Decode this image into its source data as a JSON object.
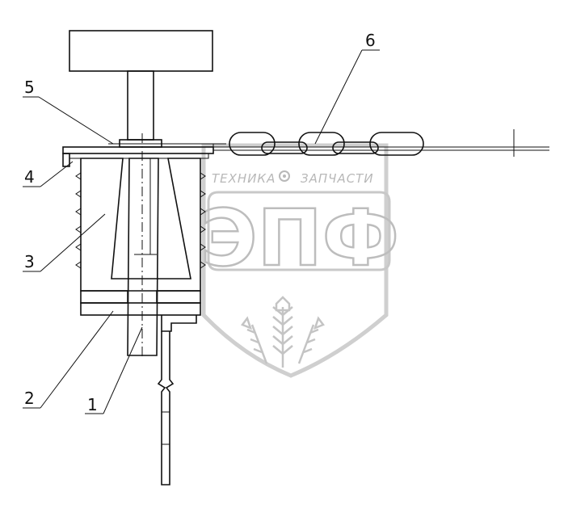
{
  "callouts": {
    "c1": "1",
    "c2": "2",
    "c3": "3",
    "c4": "4",
    "c5": "5",
    "c6": "6"
  },
  "watermark": {
    "left_word": "ТЕХНИКА",
    "right_word": "ЗАПЧАСТИ",
    "logo": "ЭПФ"
  },
  "colors": {
    "line": "#111111",
    "watermark": "#bdbdbd"
  }
}
